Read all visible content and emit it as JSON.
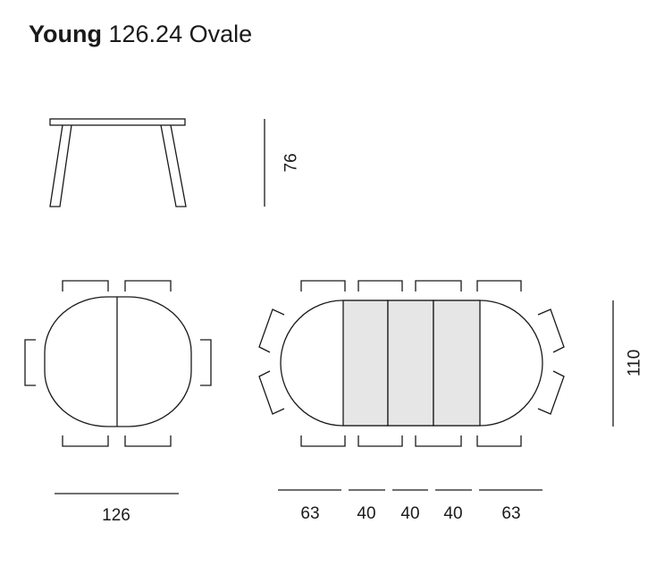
{
  "title": {
    "brand": "Young",
    "model": "126.24 Ovale"
  },
  "dimensions": {
    "height": "76",
    "depth": "110",
    "closed_length": "126",
    "extended_segments": [
      "63",
      "40",
      "40",
      "40",
      "63"
    ]
  },
  "colors": {
    "line": "#1a1a1a",
    "extension_leaf_fill": "#e6e6e6",
    "background": "#ffffff"
  }
}
